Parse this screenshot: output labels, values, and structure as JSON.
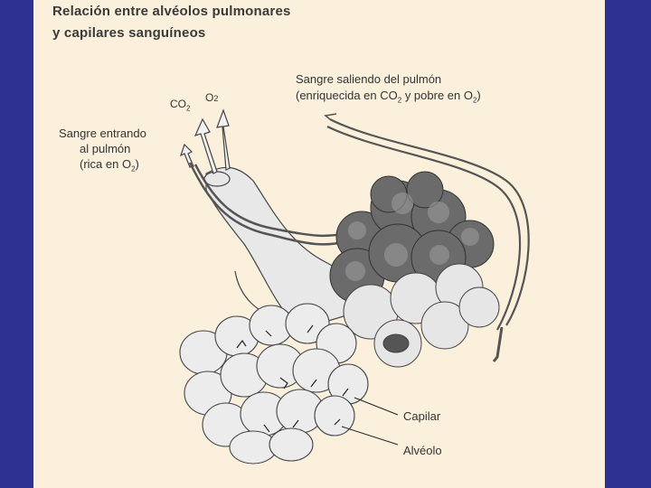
{
  "title": {
    "line1": "Relación entre alvéolos pulmonares",
    "line2": "y capilares sanguíneos"
  },
  "labels": {
    "blood_out_line1": "Sangre saliendo del pulmón",
    "blood_out_line2_a": "(enriquecida en CO",
    "blood_out_line2_b": "y pobre en O",
    "blood_out_line2_c": ")",
    "co2": "CO",
    "o2": "O",
    "sub2": "2",
    "blood_in_line1": "Sangre entrando",
    "blood_in_line2": "al pulmón",
    "blood_in_line3_a": "(rica en O",
    "blood_in_line3_b": ")",
    "capillary": "Capilar",
    "alveolus": "Alvéolo"
  },
  "colors": {
    "frame": "#2e3192",
    "panel": "#fbf0dc",
    "ink": "#333333"
  }
}
